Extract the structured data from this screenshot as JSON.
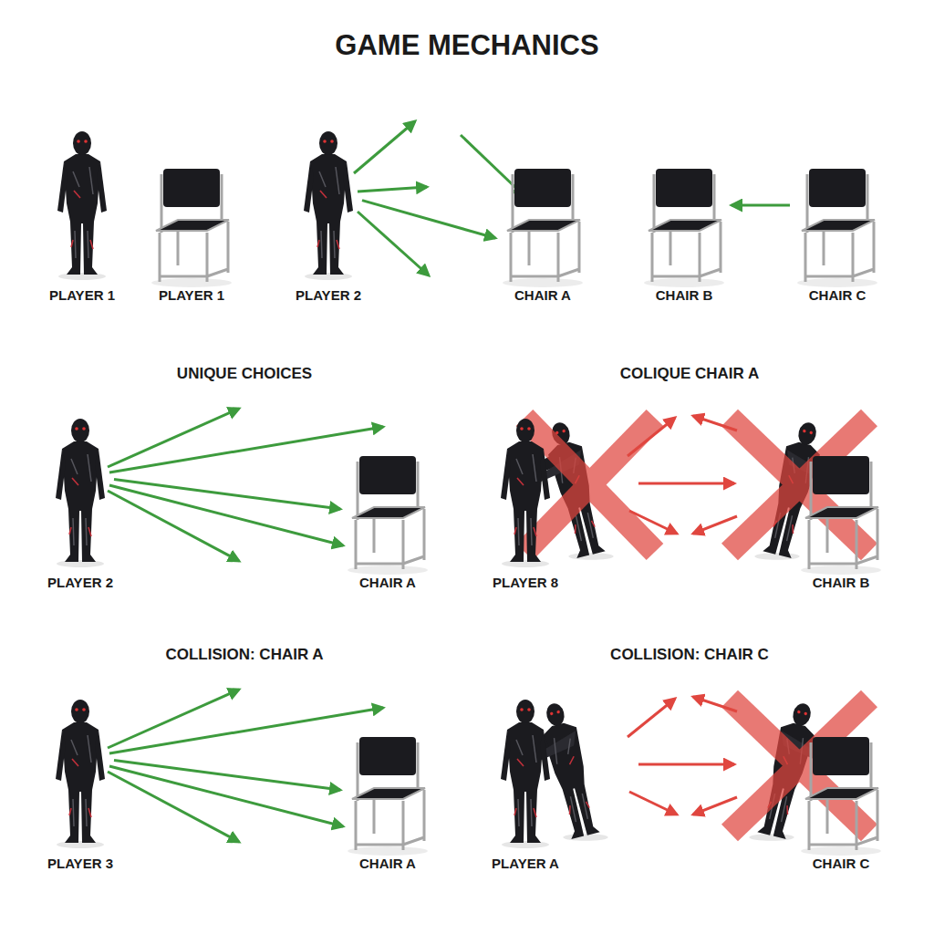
{
  "diagram": {
    "title": "GAME MECHANICS",
    "nodes": [
      {
        "text": [
          "PLAYER 1"
        ]
      },
      {
        "text": [
          "PLAYER 1"
        ]
      },
      {
        "text": [
          "PLAYER 2"
        ]
      },
      {
        "text": [
          "CHAIR A"
        ]
      },
      {
        "text": [
          "CHAIR B"
        ]
      },
      {
        "text": [
          "CHAIR C"
        ]
      },
      {
        "text": [
          "PLAYER 2"
        ]
      },
      {
        "text": [
          "CHAIR A"
        ]
      },
      {
        "text": [
          "PLAYER 8"
        ]
      },
      {
        "text": [
          "CHAIR B"
        ]
      },
      {
        "text": [
          "PLAYER 3"
        ]
      },
      {
        "text": [
          "CHAIR A"
        ]
      },
      {
        "text": [
          "PLAYER A"
        ]
      },
      {
        "text": [
          "CHAIR C"
        ]
      }
    ],
    "edges": [
      {
        "from": 2,
        "to": 3,
        "arrow": "to"
      },
      {
        "from": 5,
        "to": 4,
        "arrow": "to"
      },
      {
        "from": 6,
        "to": 7,
        "arrow": "to"
      },
      {
        "from": 10,
        "to": 11,
        "arrow": "to"
      }
    ],
    "labels": [
      "UNIQUE CHOICES",
      "COLIQUE CHAIR A",
      "COLLISION: CHAIR A",
      "COLLISION: CHAIR C"
    ]
  }
}
